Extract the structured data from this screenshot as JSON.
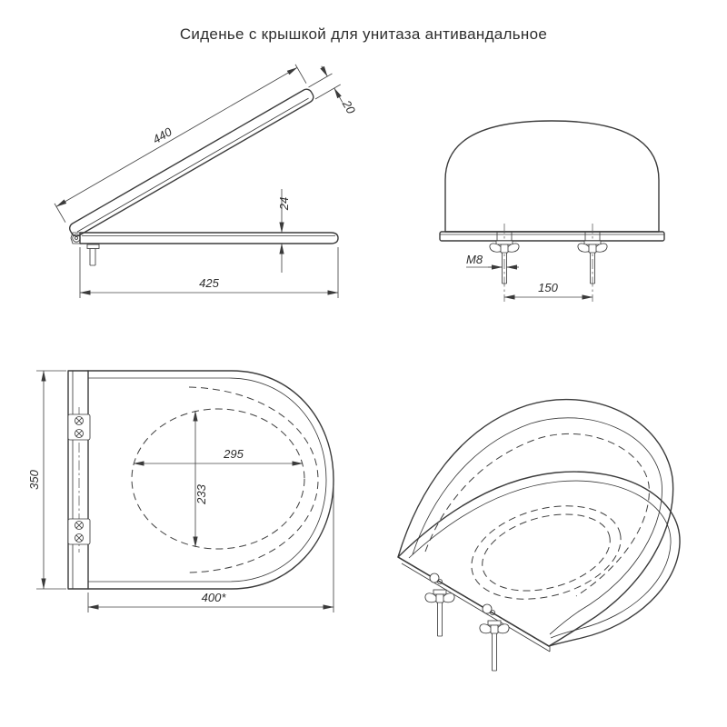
{
  "title": "Сиденье с крышкой для унитаза антивандальное",
  "dimensions": {
    "side_view": {
      "lid_length": "440",
      "lid_thickness": "20",
      "seat_thickness": "24",
      "seat_length": "425"
    },
    "front_view": {
      "bolt_thread": "M8",
      "bolt_spacing": "150"
    },
    "top_view": {
      "opening_width": "295",
      "opening_depth": "233",
      "overall_depth": "350",
      "overall_width": "400*"
    }
  }
}
